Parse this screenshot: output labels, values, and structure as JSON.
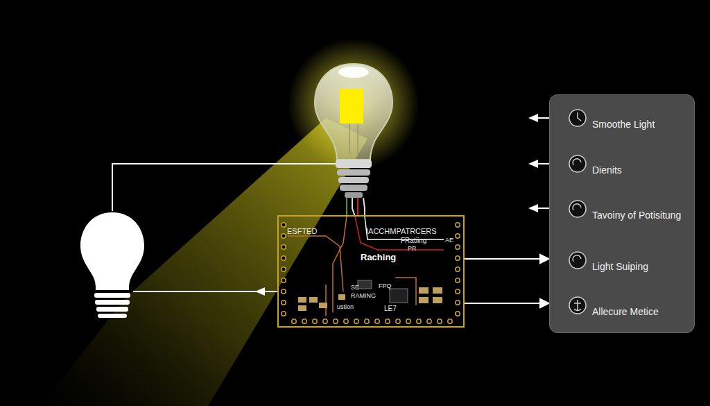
{
  "diagram": {
    "nodes": [
      {
        "text": [
          "Raching"
        ]
      },
      {
        "text": [
          "Smoothe Light",
          "Dienits",
          "Tavoiny of Potisitung",
          "Light Suiping",
          "Allecure Metice"
        ]
      }
    ],
    "edges": [
      {
        "from": 0,
        "to": 1,
        "arrow": "to"
      },
      {
        "from": 0,
        "to": 1,
        "arrow": "to"
      }
    ],
    "labels": [
      "ESFTED",
      "IACCHMPATRCERS",
      "FRatiing",
      "PR",
      "AE",
      "FPQ",
      "LE7",
      "SE",
      "RAMING",
      "ustion"
    ]
  }
}
